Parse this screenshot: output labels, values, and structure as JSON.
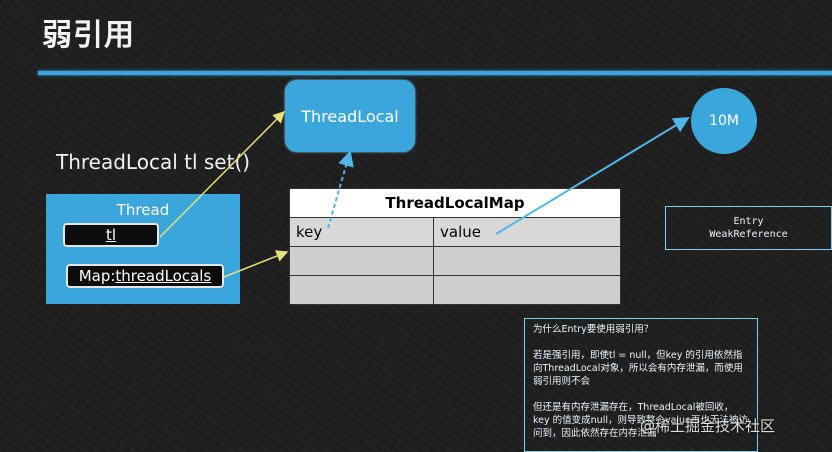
{
  "title": "弱引用",
  "subtitle": "ThreadLocal tl set()",
  "thread_local_box": {
    "label": "ThreadLocal"
  },
  "memory_circle": {
    "label": "10M"
  },
  "thread_box": {
    "label": "Thread",
    "tl_ref": "tl",
    "map_ref_prefix": "Map: ",
    "map_ref_name": "threadLocals"
  },
  "thread_local_map": {
    "title": "ThreadLocalMap",
    "columns": [
      "key",
      "value"
    ]
  },
  "entry_box": {
    "line1": "Entry",
    "line2": "WeakReference"
  },
  "note": {
    "question": "为什么Entry要使用弱引用？",
    "para1": "若是强引用，即使tl = null，但key 的引用依然指向ThreadLocal对象，所以会有内存泄漏，而使用弱引用则不会",
    "para2": "但还是有内存泄漏存在，ThreadLocal被回收，key 的值变成null，则导致整个value再也无法被访问到，因此依然存在内存泄漏"
  },
  "watermark": "@稀土掘金技术社区",
  "colors": {
    "accent": "#3aa6dc",
    "background": "#1e1e1f",
    "arrow": "#e4e07a"
  }
}
